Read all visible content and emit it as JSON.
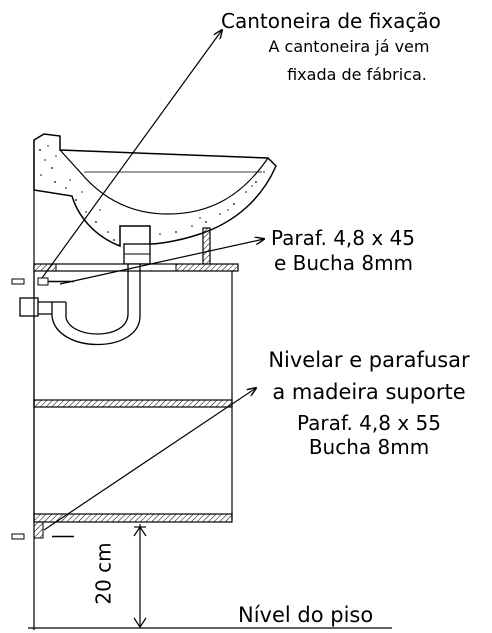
{
  "labels": {
    "title": "Cantoneira de fixação",
    "note_line1": "A cantoneira já vem",
    "note_line2": "fixada de fábrica.",
    "screw_top_line1": "Paraf. 4,8 x 45",
    "screw_top_line2": "e Bucha 8mm",
    "level_line1": "Nivelar e parafusar",
    "level_line2": "a madeira suporte",
    "screw_bottom_line1": "Paraf. 4,8 x 55",
    "screw_bottom_line2": "Bucha 8mm",
    "height_dim": "20 cm",
    "floor": "Nível do piso"
  },
  "colors": {
    "line": "#000000",
    "concrete_fill": "#ffffff",
    "speckle": "#000000"
  }
}
